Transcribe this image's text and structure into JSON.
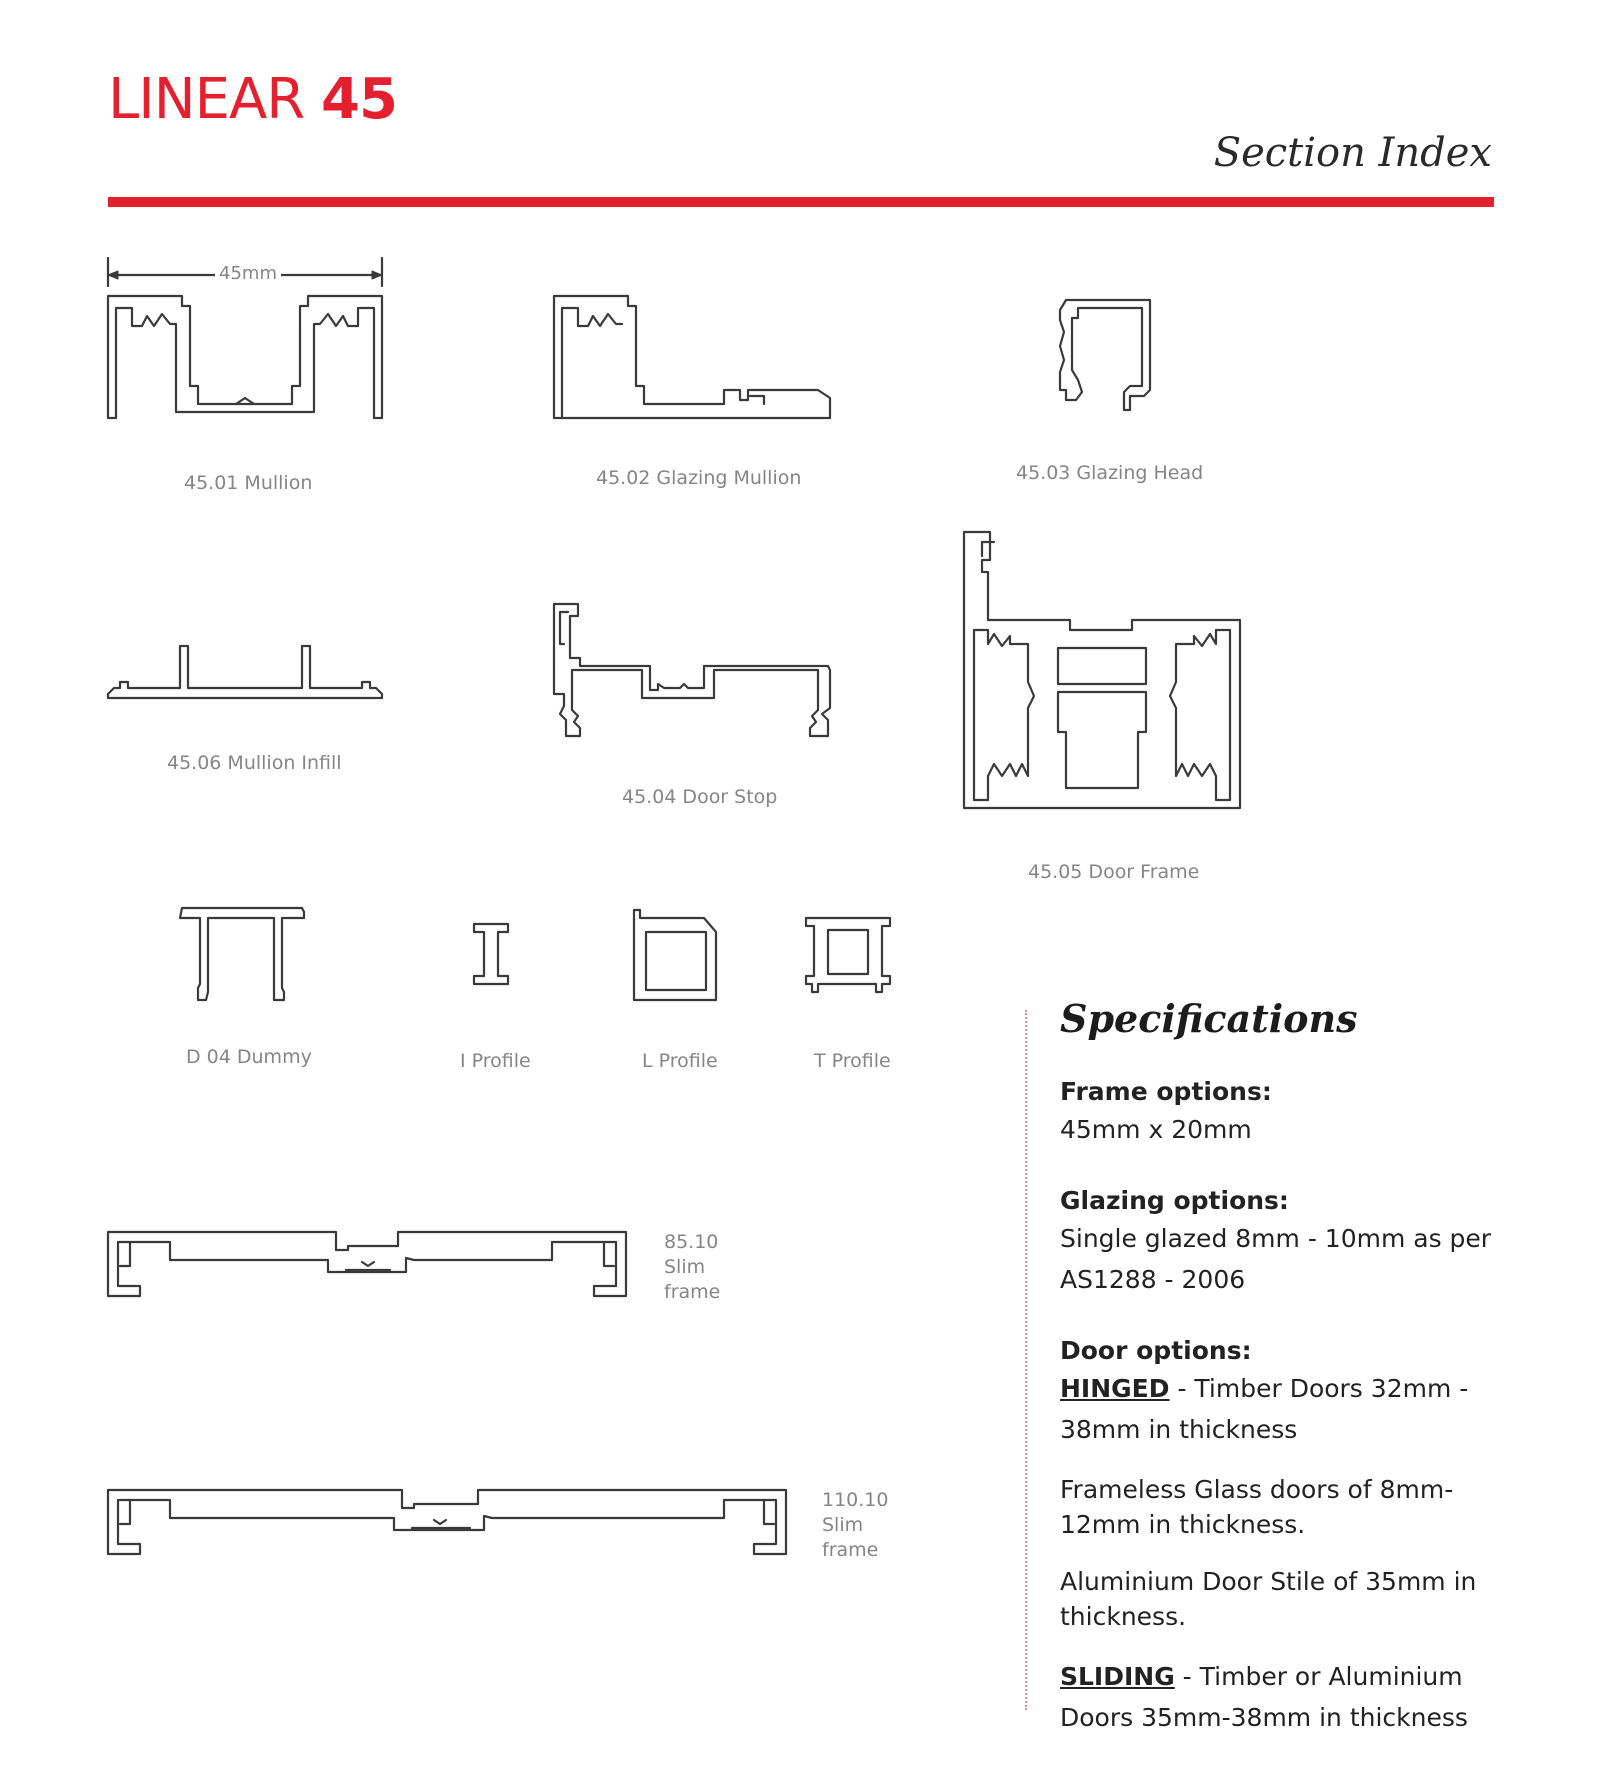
{
  "header": {
    "brand_light": "LINEAR",
    "brand_bold": "45",
    "subtitle": "Section Index"
  },
  "dimension": "45mm",
  "profiles": {
    "p4501": "45.01 Mullion",
    "p4502": "45.02 Glazing Mullion",
    "p4503": "45.03 Glazing Head",
    "p4506": "45.06 Mullion Infill",
    "p4504": "45.04 Door Stop",
    "p4505": "45.05 Door Frame",
    "d04": "D 04 Dummy",
    "iprofile": "I Profile",
    "lprofile": "L Profile",
    "tprofile": "T Profile",
    "p8510": "85.10 Slim frame",
    "p11010": "110.10 Slim frame"
  },
  "specs": {
    "title": "Specifications",
    "frame_heading": "Frame options:",
    "frame_value": "45mm x 20mm",
    "glazing_heading": "Glazing options:",
    "glazing_value": "Single  glazed 8mm - 10mm as per AS1288 - 2006",
    "door_heading": "Door options:",
    "hinged_label": "HINGED",
    "hinged_text": " - Timber Doors 32mm - 38mm in thickness",
    "frameless_text": "Frameless Glass doors of 8mm-12mm in thickness.",
    "stile_text": "Aluminium Door Stile of 35mm in thickness.",
    "sliding_label": "SLIDING",
    "sliding_text": " - Timber or Aluminium Doors 35mm-38mm in thickness"
  }
}
